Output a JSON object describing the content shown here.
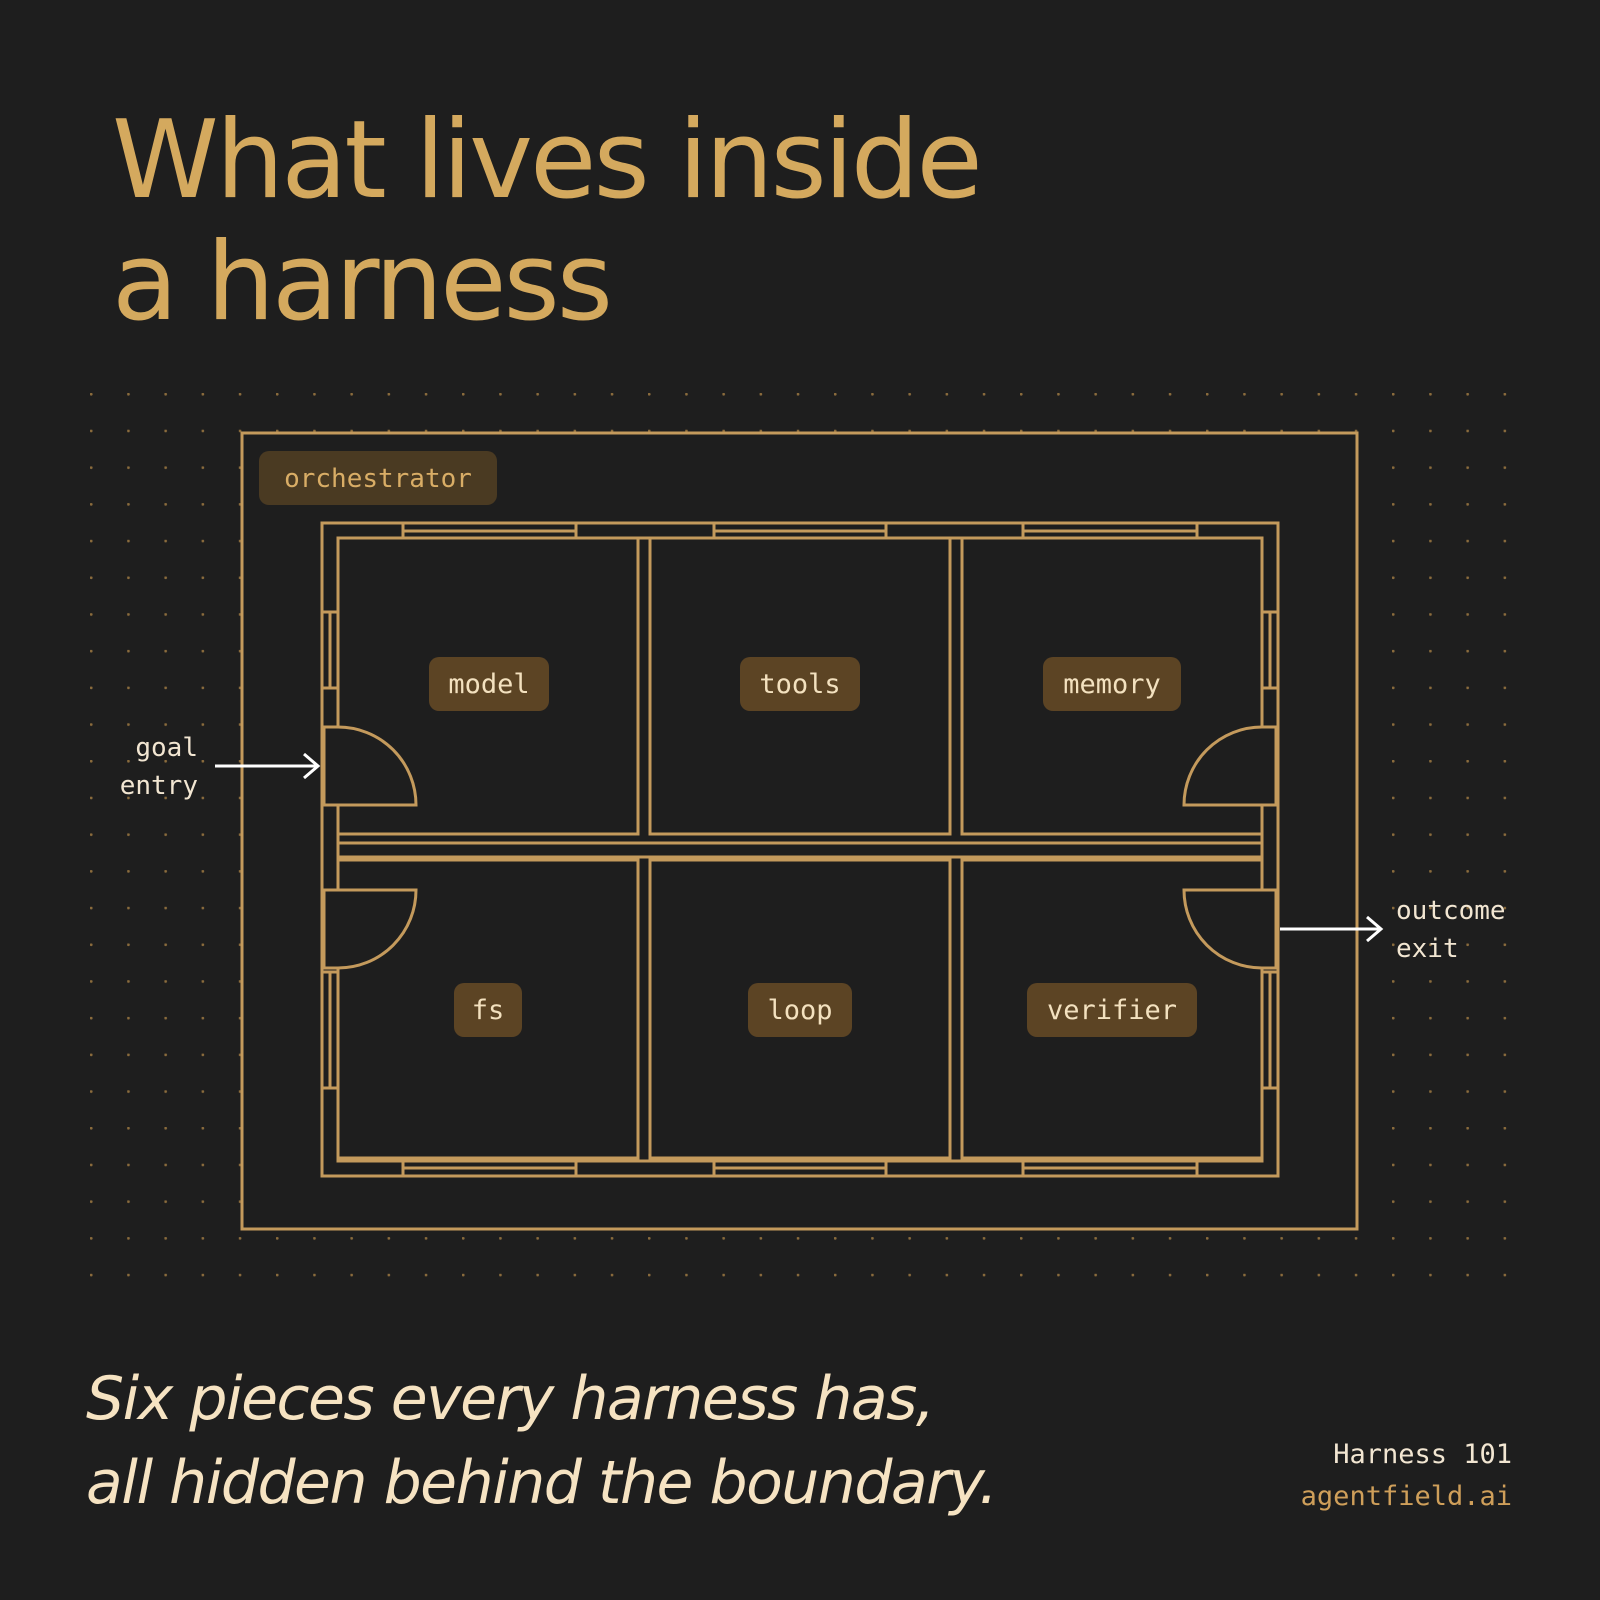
{
  "title": {
    "line1": "What lives inside",
    "line2": "a harness"
  },
  "diagram": {
    "container_label": "orchestrator",
    "rooms": [
      "model",
      "tools",
      "memory",
      "fs",
      "loop",
      "verifier"
    ],
    "entry": {
      "line1": "goal",
      "line2": "entry"
    },
    "exit": {
      "line1": "outcome",
      "line2": "exit"
    }
  },
  "tagline": {
    "line1": "Six pieces every harness has,",
    "line2": "all hidden behind the boundary."
  },
  "footer": {
    "series": "Harness 101",
    "site": "agentfield.ai"
  },
  "colors": {
    "background": "#1e1e1e",
    "accent": "#d4a95e",
    "line": "#c49a5c",
    "label_bg": "#5c4424",
    "text_light": "#f6e3c2"
  }
}
